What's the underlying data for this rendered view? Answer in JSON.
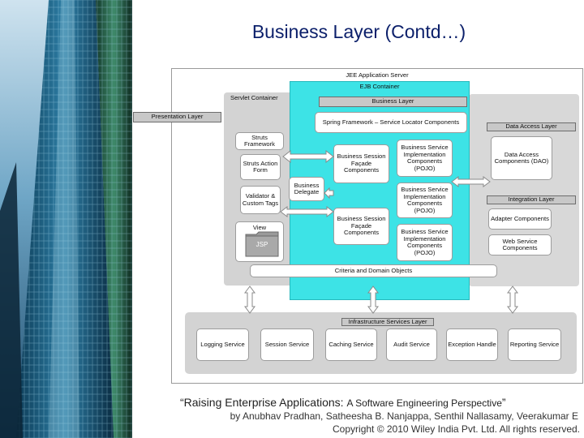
{
  "slide": {
    "title": "Business Layer (Contd…)"
  },
  "diagram": {
    "jee_server": "JEE Application Server",
    "ejb_container": "EJB Container",
    "servlet_container": "Servlet Container",
    "business_layer": "Business Layer",
    "presentation_layer": "Presentation Layer",
    "spring_framework": "Spring Framework – Service Locator Components",
    "data_access_layer": "Data Access Layer",
    "struts_framework": "Struts Framework",
    "struts_action_form": "Struts Action Form",
    "validator_custom_tags": "Validator & Custom Tags",
    "view": "View",
    "jsp": "JSP",
    "business_delegate": "Business Delegate",
    "session_facade_1": "Business Session Façade Components",
    "session_facade_2": "Business Session Façade Components",
    "service_impl_1": "Business Service Implementation Components (POJO)",
    "service_impl_2": "Business Service Implementation Components (POJO)",
    "service_impl_3": "Business Service Implementation Components (POJO)",
    "data_access_components": "Data Access Components (DAO)",
    "integration_layer": "Integration Layer",
    "adapter_components": "Adapter Components",
    "web_service_components": "Web Service Components",
    "criteria_domain": "Criteria and Domain Objects",
    "infrastructure_layer": "Infrastructure Services Layer",
    "services": [
      "Logging Service",
      "Session Service",
      "Caching Service",
      "Audit Service",
      "Exception Handle",
      "Reporting Service"
    ]
  },
  "caption": {
    "book_title": "“Raising Enterprise Applications: ",
    "book_subtitle": "A Software Engineering Perspective",
    "close_quote": "”",
    "authors": "by Anubhav Pradhan, Satheesha B. Nanjappa, Senthil Nallasamy, Veerakumar E",
    "copyright": "Copyright © 2010 Wiley India Pvt. Ltd.  All rights reserved."
  },
  "colors": {
    "ejb_container": "#3de3e6",
    "servlet_container": "#d3d3d3",
    "bar": "#c8c8c8",
    "title": "#0b1f6a"
  }
}
